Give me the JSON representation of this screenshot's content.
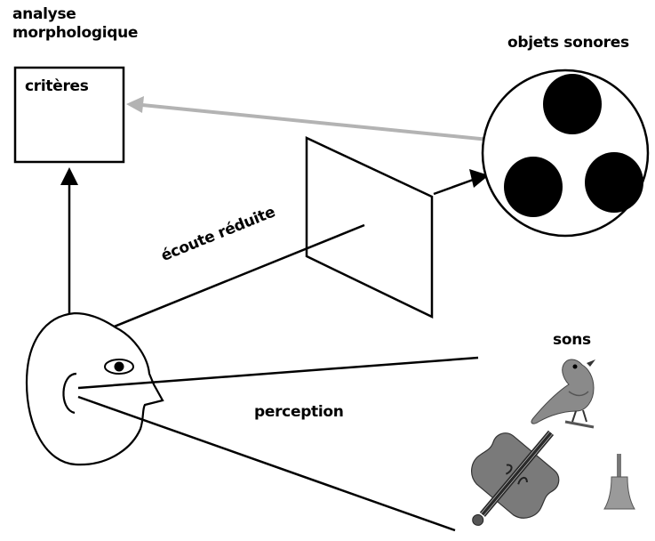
{
  "labels": {
    "analyse_line1": "analyse",
    "analyse_line2": "morphologique",
    "criteres": "critères",
    "objets_sonores": "objets sonores",
    "ecoute_reduite": "écoute réduite",
    "sons": "sons",
    "perception": "perception"
  },
  "colors": {
    "ink": "#000000",
    "grey_arrow": "#b3b3b3",
    "bird_grey": "#8a8a8a",
    "violin_grey": "#7a7a7a",
    "bell_grey": "#9a9a9a"
  },
  "icons": [
    "head-icon",
    "eye-icon",
    "bird-icon",
    "violin-icon",
    "bell-icon"
  ]
}
